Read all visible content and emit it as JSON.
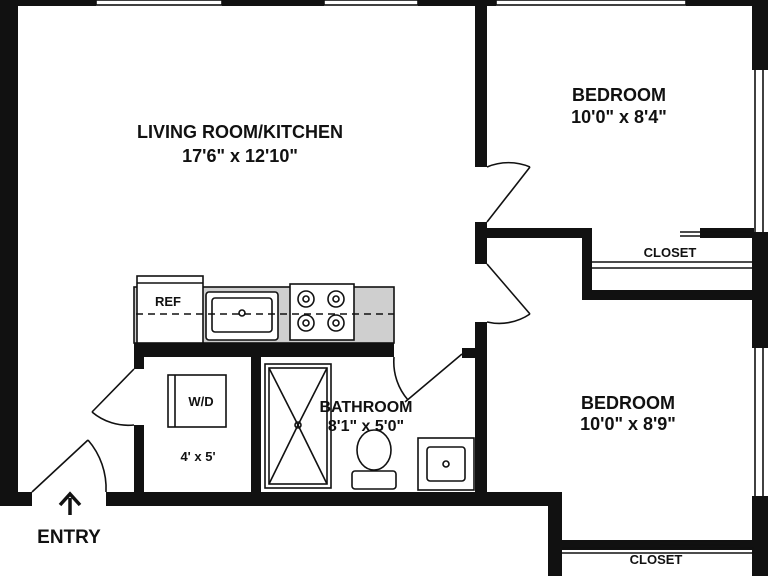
{
  "rooms": {
    "living": {
      "name": "LIVING ROOM/KITCHEN",
      "dims": "17'6\" x 12'10\""
    },
    "bedroom1": {
      "name": "BEDROOM",
      "dims": "10'0\" x 8'4\""
    },
    "bedroom2": {
      "name": "BEDROOM",
      "dims": "10'0\" x 8'9\""
    },
    "bathroom": {
      "name": "BATHROOM",
      "dims": "8'1\" x 5'0\""
    },
    "laundry": {
      "name": "W/D",
      "dims": "4' x 5'"
    },
    "closet1": {
      "name": "CLOSET"
    },
    "closet2": {
      "name": "CLOSET"
    }
  },
  "fixtures": {
    "ref": "REF"
  },
  "entry": {
    "label": "ENTRY"
  }
}
